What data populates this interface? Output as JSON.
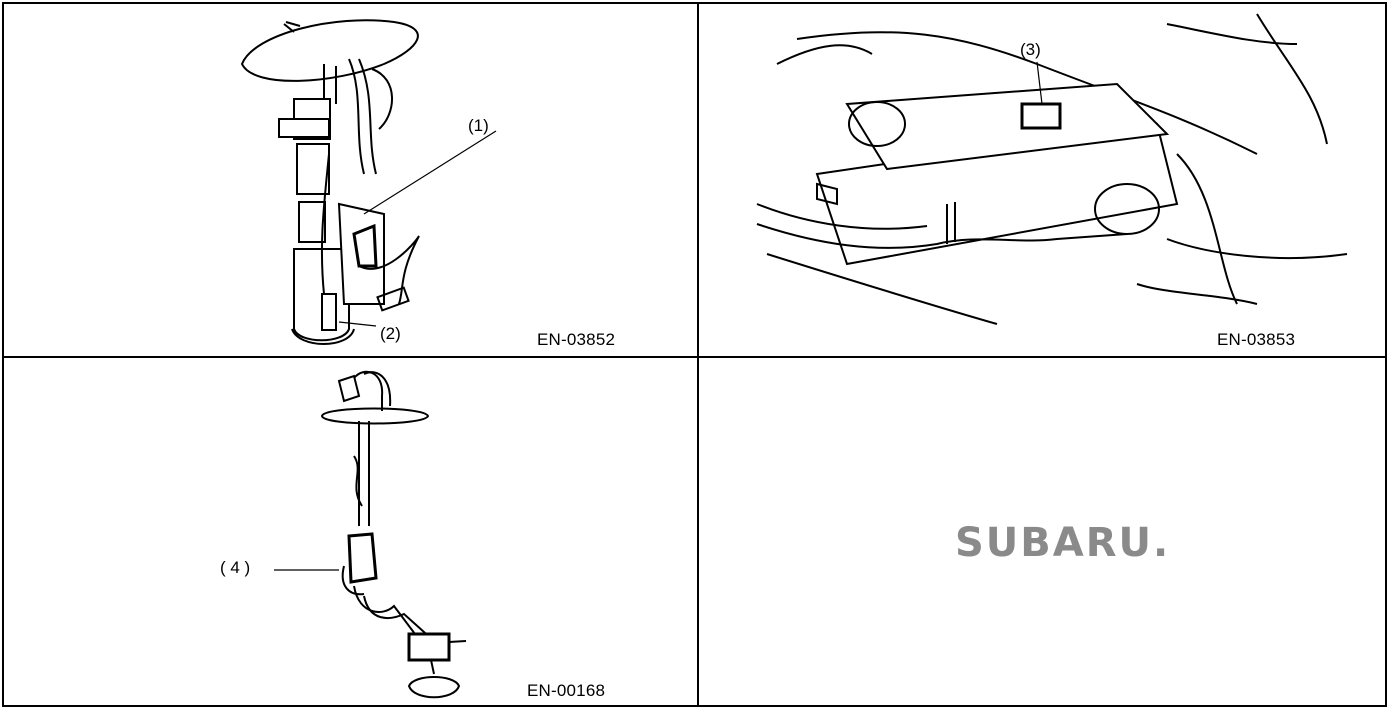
{
  "figures": [
    {
      "code": "EN-03852",
      "callouts": [
        "(1)",
        "(2)"
      ]
    },
    {
      "code": "EN-03853",
      "callouts": [
        "(3)"
      ]
    },
    {
      "code": "EN-00168",
      "callouts": [
        "( 4 )"
      ]
    }
  ],
  "brand": {
    "logo_text": "SUBARU."
  },
  "icons": [
    "fuel-pump-assembly-drawing",
    "fuel-tank-top-drawing",
    "fuel-level-sender-drawing",
    "subaru-logo"
  ]
}
